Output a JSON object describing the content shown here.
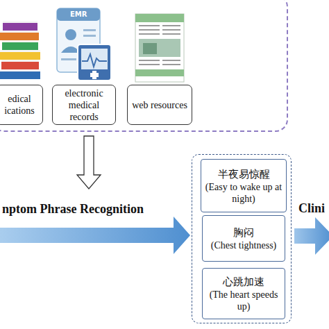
{
  "diagram": {
    "nodes": [
      {
        "text": []
      },
      {
        "text": [
          "edical ications"
        ],
        "in": 0
      },
      {
        "text": [
          "electronic medical records"
        ],
        "in": 0
      },
      {
        "text": [
          "web resources"
        ],
        "in": 0
      },
      {
        "text": []
      },
      {
        "text": [
          "半夜易惊醒",
          "(Easy to wake up at night)"
        ],
        "in": 4
      },
      {
        "text": [
          "胸闷",
          "(Chest tightness)"
        ],
        "in": 4
      },
      {
        "text": [
          "心跳加速",
          "(The heart speeds up)"
        ],
        "in": 4
      }
    ],
    "edges": [
      {
        "from": 0,
        "to": 4,
        "arrow": "to",
        "label": "nptom Phrase Recognition"
      }
    ],
    "labels": [
      "EMR",
      "Clini"
    ]
  }
}
